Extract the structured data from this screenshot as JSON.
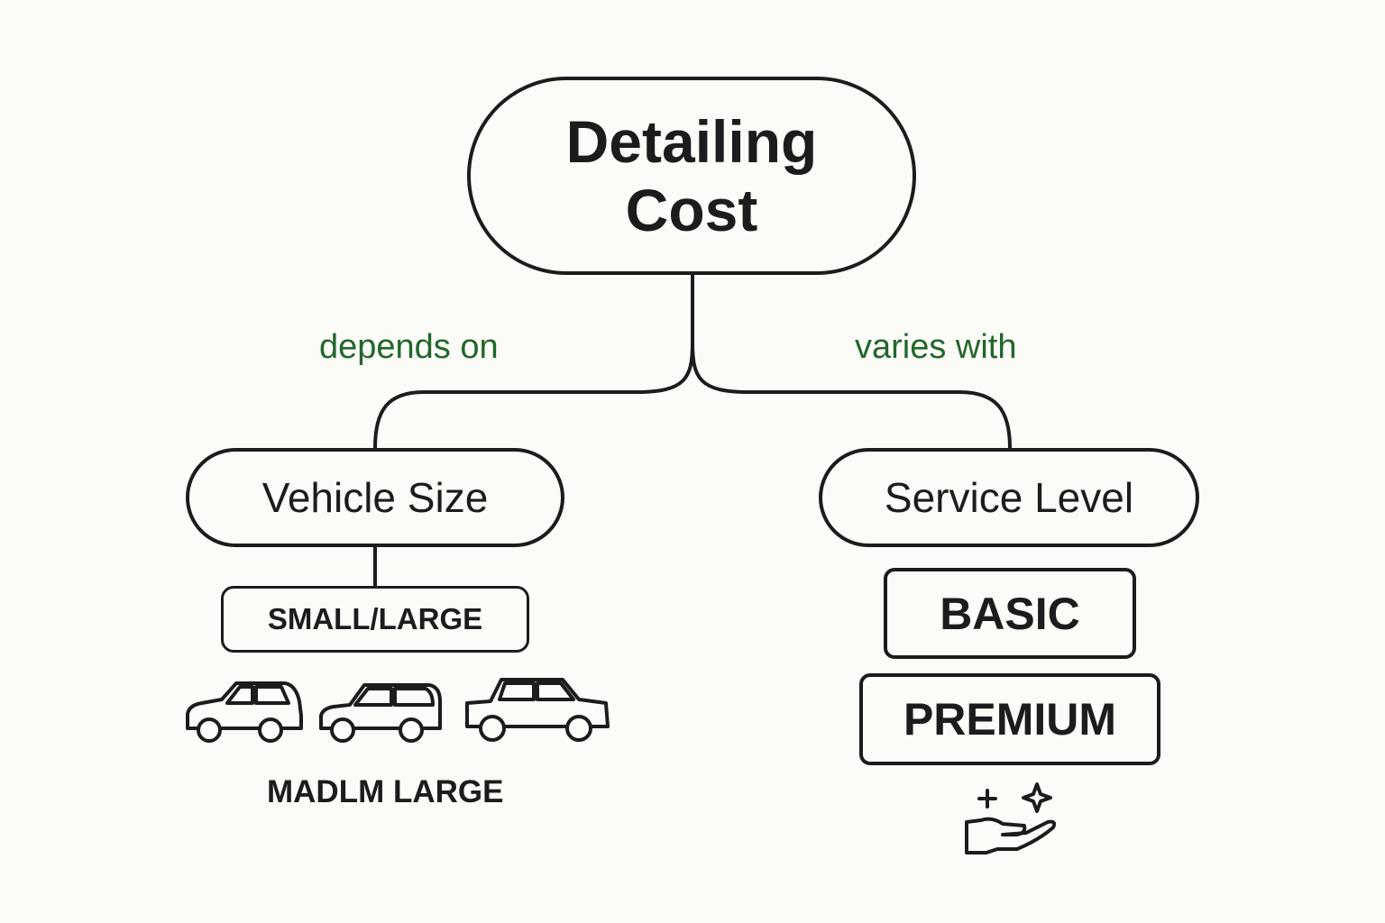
{
  "root": {
    "line1": "Detailing",
    "line2": "Cost"
  },
  "edges": {
    "left_label": "depends on",
    "right_label": "varies with"
  },
  "vehicle": {
    "label": "Vehicle Size",
    "range_box": "SMALL/LARGE",
    "caption": "MADLM LARGE",
    "cars": [
      {
        "icon": "hatchback-car-icon"
      },
      {
        "icon": "suv-car-icon"
      },
      {
        "icon": "sedan-car-icon"
      }
    ]
  },
  "service": {
    "label": "Service Level",
    "tiers": [
      "BASIC",
      "PREMIUM"
    ],
    "icon": "sparkle-hand-icon"
  },
  "colors": {
    "line": "#1c1c1c",
    "accent_green": "#22672a",
    "background": "#fbfbf7"
  }
}
